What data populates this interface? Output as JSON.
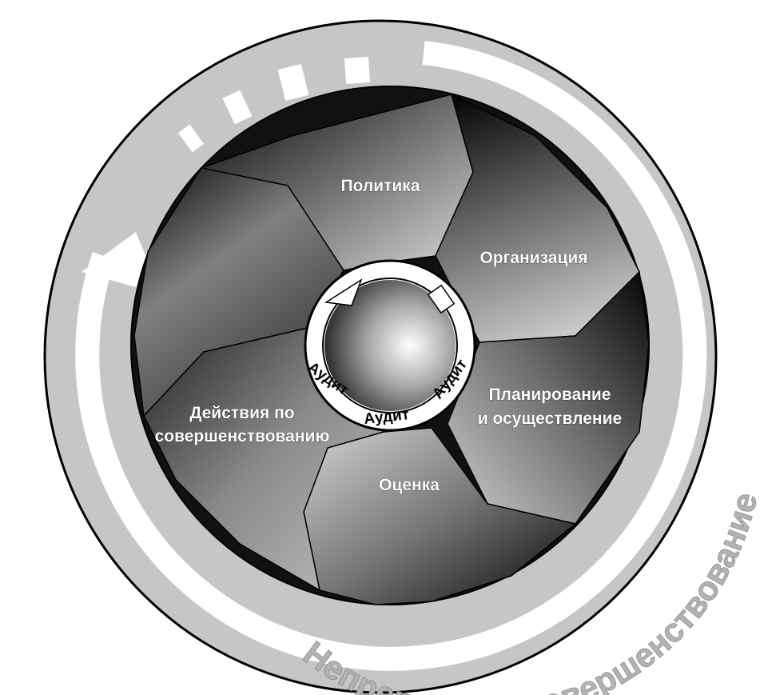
{
  "diagram": {
    "outer_ring_text": "Непрерывное совершенствование",
    "segments": [
      {
        "id": "policy",
        "label_lines": [
          "Политика"
        ]
      },
      {
        "id": "organization",
        "label_lines": [
          "Организация"
        ]
      },
      {
        "id": "planning",
        "label_lines": [
          "Планирование",
          "и осуществление"
        ]
      },
      {
        "id": "evaluation",
        "label_lines": [
          "Оценка"
        ]
      },
      {
        "id": "improvement",
        "label_lines": [
          "Действия по",
          "совершенствованию"
        ]
      }
    ],
    "audit_label": "Аудит",
    "colors": {
      "ring": "#c8c8c8",
      "ring_text": "#b3b3b3",
      "outline": "#000000",
      "background": "#ffffff"
    }
  }
}
